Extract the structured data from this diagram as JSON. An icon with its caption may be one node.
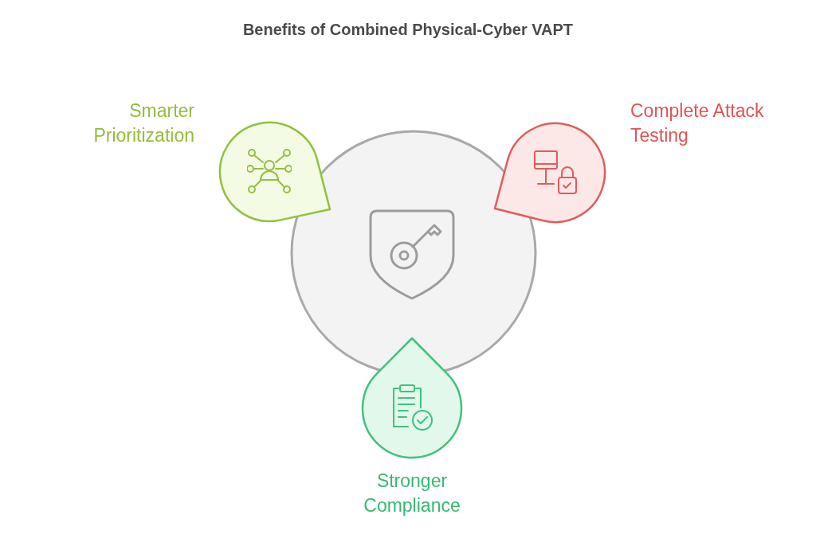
{
  "diagram": {
    "title": "Benefits of Combined Physical-Cyber VAPT",
    "nodes": [
      {
        "text": [],
        "shape": "circle"
      },
      {
        "text": [
          "Smarter Prioritization"
        ]
      },
      {
        "text": [
          "Complete Attack Testing"
        ]
      },
      {
        "text": [
          "Stronger Compliance"
        ]
      }
    ]
  }
}
